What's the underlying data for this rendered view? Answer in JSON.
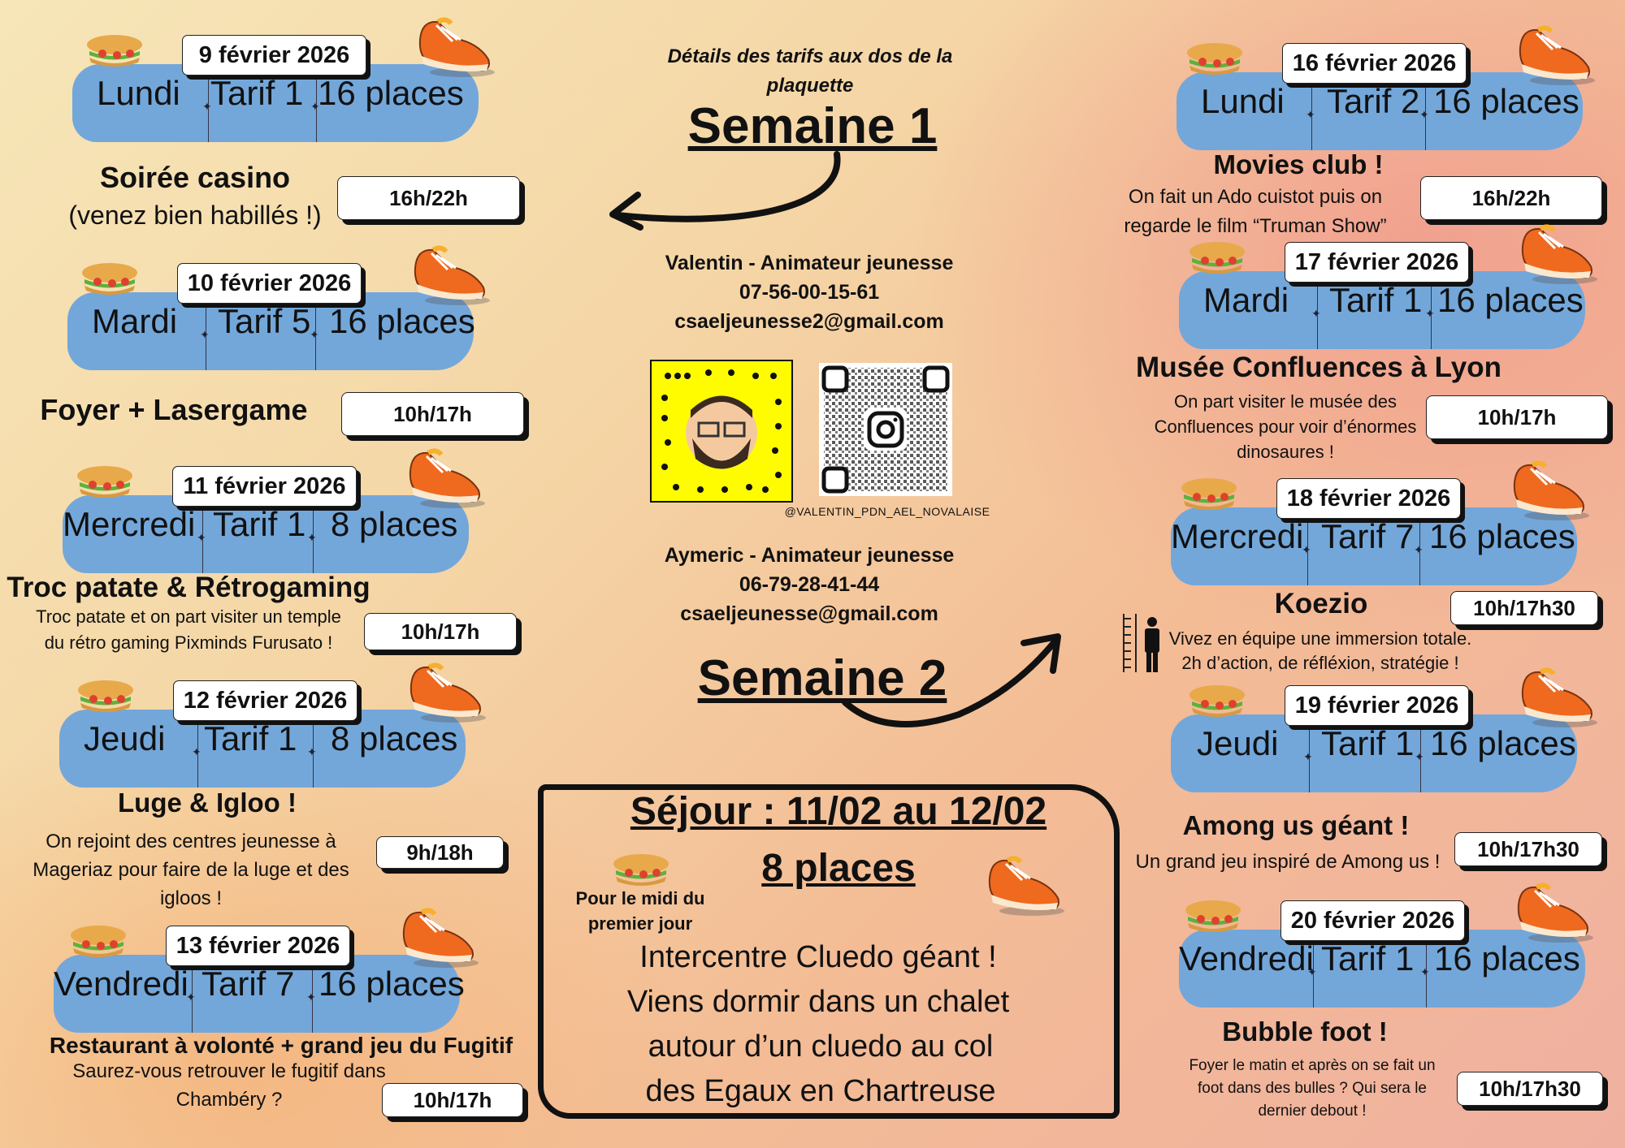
{
  "header_note": [
    "Détails des tarifs aux dos de la",
    "plaquette"
  ],
  "week1_title": "Semaine 1",
  "week2_title": "Semaine 2",
  "contacts": [
    {
      "name": "Valentin - Animateur jeunesse",
      "phone": "07-56-00-15-61",
      "email": "csaeljeunesse2@gmail.com"
    },
    {
      "name": "Aymeric - Animateur jeunesse",
      "phone": "06-79-28-41-44",
      "email": "csaeljeunesse@gmail.com"
    }
  ],
  "instagram_handle": "@VALENTIN_PDN_AEL_NOVALAISE",
  "days": [
    {
      "date": "9 février 2026",
      "day": "Lundi",
      "tarif": "Tarif 1",
      "places": "16 places",
      "activity": "Soirée casino",
      "desc": [
        "(venez bien habillés !)"
      ],
      "time": "16h/22h"
    },
    {
      "date": "10 février 2026",
      "day": "Mardi",
      "tarif": "Tarif 5",
      "places": "16 places",
      "activity": "Foyer + Lasergame",
      "desc": [],
      "time": "10h/17h"
    },
    {
      "date": "11 février 2026",
      "day": "Mercredi",
      "tarif": "Tarif 1",
      "places": "8 places",
      "activity": "Troc patate & Rétrogaming",
      "desc": [
        "Troc patate et on part visiter un temple",
        "du rétro gaming Pixminds Furusato !"
      ],
      "time": "10h/17h"
    },
    {
      "date": "12 février 2026",
      "day": "Jeudi",
      "tarif": "Tarif 1",
      "places": "8 places",
      "activity": "Luge & Igloo !",
      "desc": [
        "On rejoint des centres jeunesse à",
        "Mageriaz pour faire de la luge et des",
        "igloos !"
      ],
      "time": "9h/18h"
    },
    {
      "date": "13 février 2026",
      "day": "Vendredi",
      "tarif": "Tarif 7",
      "places": "16 places",
      "activity": "Restaurant à volonté + grand jeu du Fugitif",
      "desc": [
        "Saurez-vous retrouver le fugitif dans",
        "Chambéry ?"
      ],
      "time": "10h/17h"
    },
    {
      "date": "16 février 2026",
      "day": "Lundi",
      "tarif": "Tarif 2",
      "places": "16 places",
      "activity": "Movies club !",
      "desc": [
        "On fait un Ado cuistot puis on",
        "regarde le film “Truman Show”"
      ],
      "time": "16h/22h"
    },
    {
      "date": "17 février 2026",
      "day": "Mardi",
      "tarif": "Tarif 1",
      "places": "16 places",
      "activity": "Musée Confluences à Lyon",
      "desc": [
        "On part visiter le musée des",
        "Confluences pour voir d’énormes",
        "dinosaures !"
      ],
      "time": "10h/17h"
    },
    {
      "date": "18 février 2026",
      "day": "Mercredi",
      "tarif": "Tarif 7",
      "places": "16 places",
      "activity": "Koezio",
      "desc": [
        "Vivez en équipe une immersion totale.",
        "2h d’action, de réfléxion, stratégie !"
      ],
      "time": "10h/17h30"
    },
    {
      "date": "19 février 2026",
      "day": "Jeudi",
      "tarif": "Tarif 1",
      "places": "16 places",
      "activity": "Among us géant !",
      "desc": [
        "Un grand jeu inspiré de Among us !"
      ],
      "time": "10h/17h30"
    },
    {
      "date": "20 février 2026",
      "day": "Vendredi",
      "tarif": "Tarif 1",
      "places": "16 places",
      "activity": "Bubble foot !",
      "desc": [
        "Foyer le matin et après on se fait un",
        "foot dans des bulles ? Qui sera le",
        "dernier debout !"
      ],
      "time": "10h/17h30"
    }
  ],
  "sejour": {
    "title": "Séjour : 11/02 au 12/02",
    "places": "8 places",
    "lunch_note": [
      "Pour le midi du",
      "premier jour"
    ],
    "body": [
      "Intercentre Cluedo géant !",
      "Viens dormir dans un chalet",
      "autour d’un cluedo au col",
      "des Egaux en Chartreuse"
    ]
  },
  "colors": {
    "pill": "#73a7da",
    "snap": "#fffc00"
  }
}
